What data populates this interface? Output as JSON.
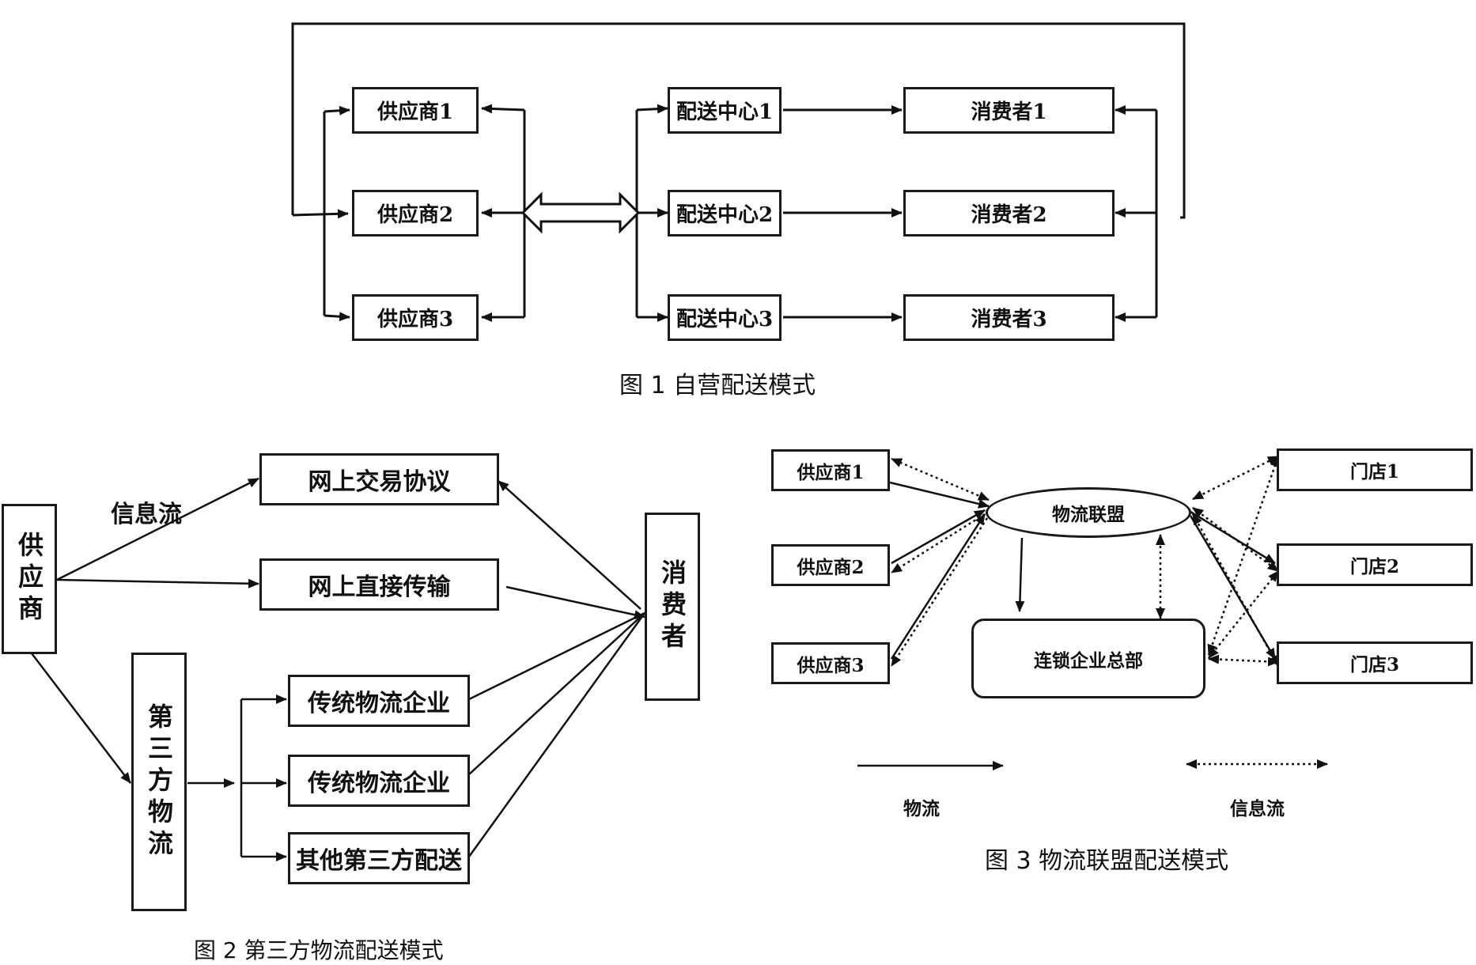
{
  "fig1": {
    "caption": "图 1   自营配送模式",
    "suppliers": [
      "供应商1",
      "供应商2",
      "供应商3"
    ],
    "centers": [
      "配送中心1",
      "配送中心2",
      "配送中心3"
    ],
    "consumers": [
      "消费者1",
      "消费者2",
      "消费者3"
    ]
  },
  "fig2": {
    "caption": "图 2   第三方物流配送模式",
    "supplier": "供应商",
    "info_flow": "信息流",
    "online_trade": "网上交易协议",
    "online_transfer": "网上直接传输",
    "third_party": "第三方物流",
    "traditional_1": "传统物流企业",
    "traditional_2": "传统物流企业",
    "other": "其他第三方配送",
    "consumer": "消费者"
  },
  "fig3": {
    "caption": "图 3   物流联盟配送模式",
    "suppliers": [
      "供应商1",
      "供应商2",
      "供应商3"
    ],
    "alliance": "物流联盟",
    "hq": "连锁企业总部",
    "stores": [
      "门店1",
      "门店2",
      "门店3"
    ],
    "legend_logistics": "物流",
    "legend_info": "信息流"
  }
}
